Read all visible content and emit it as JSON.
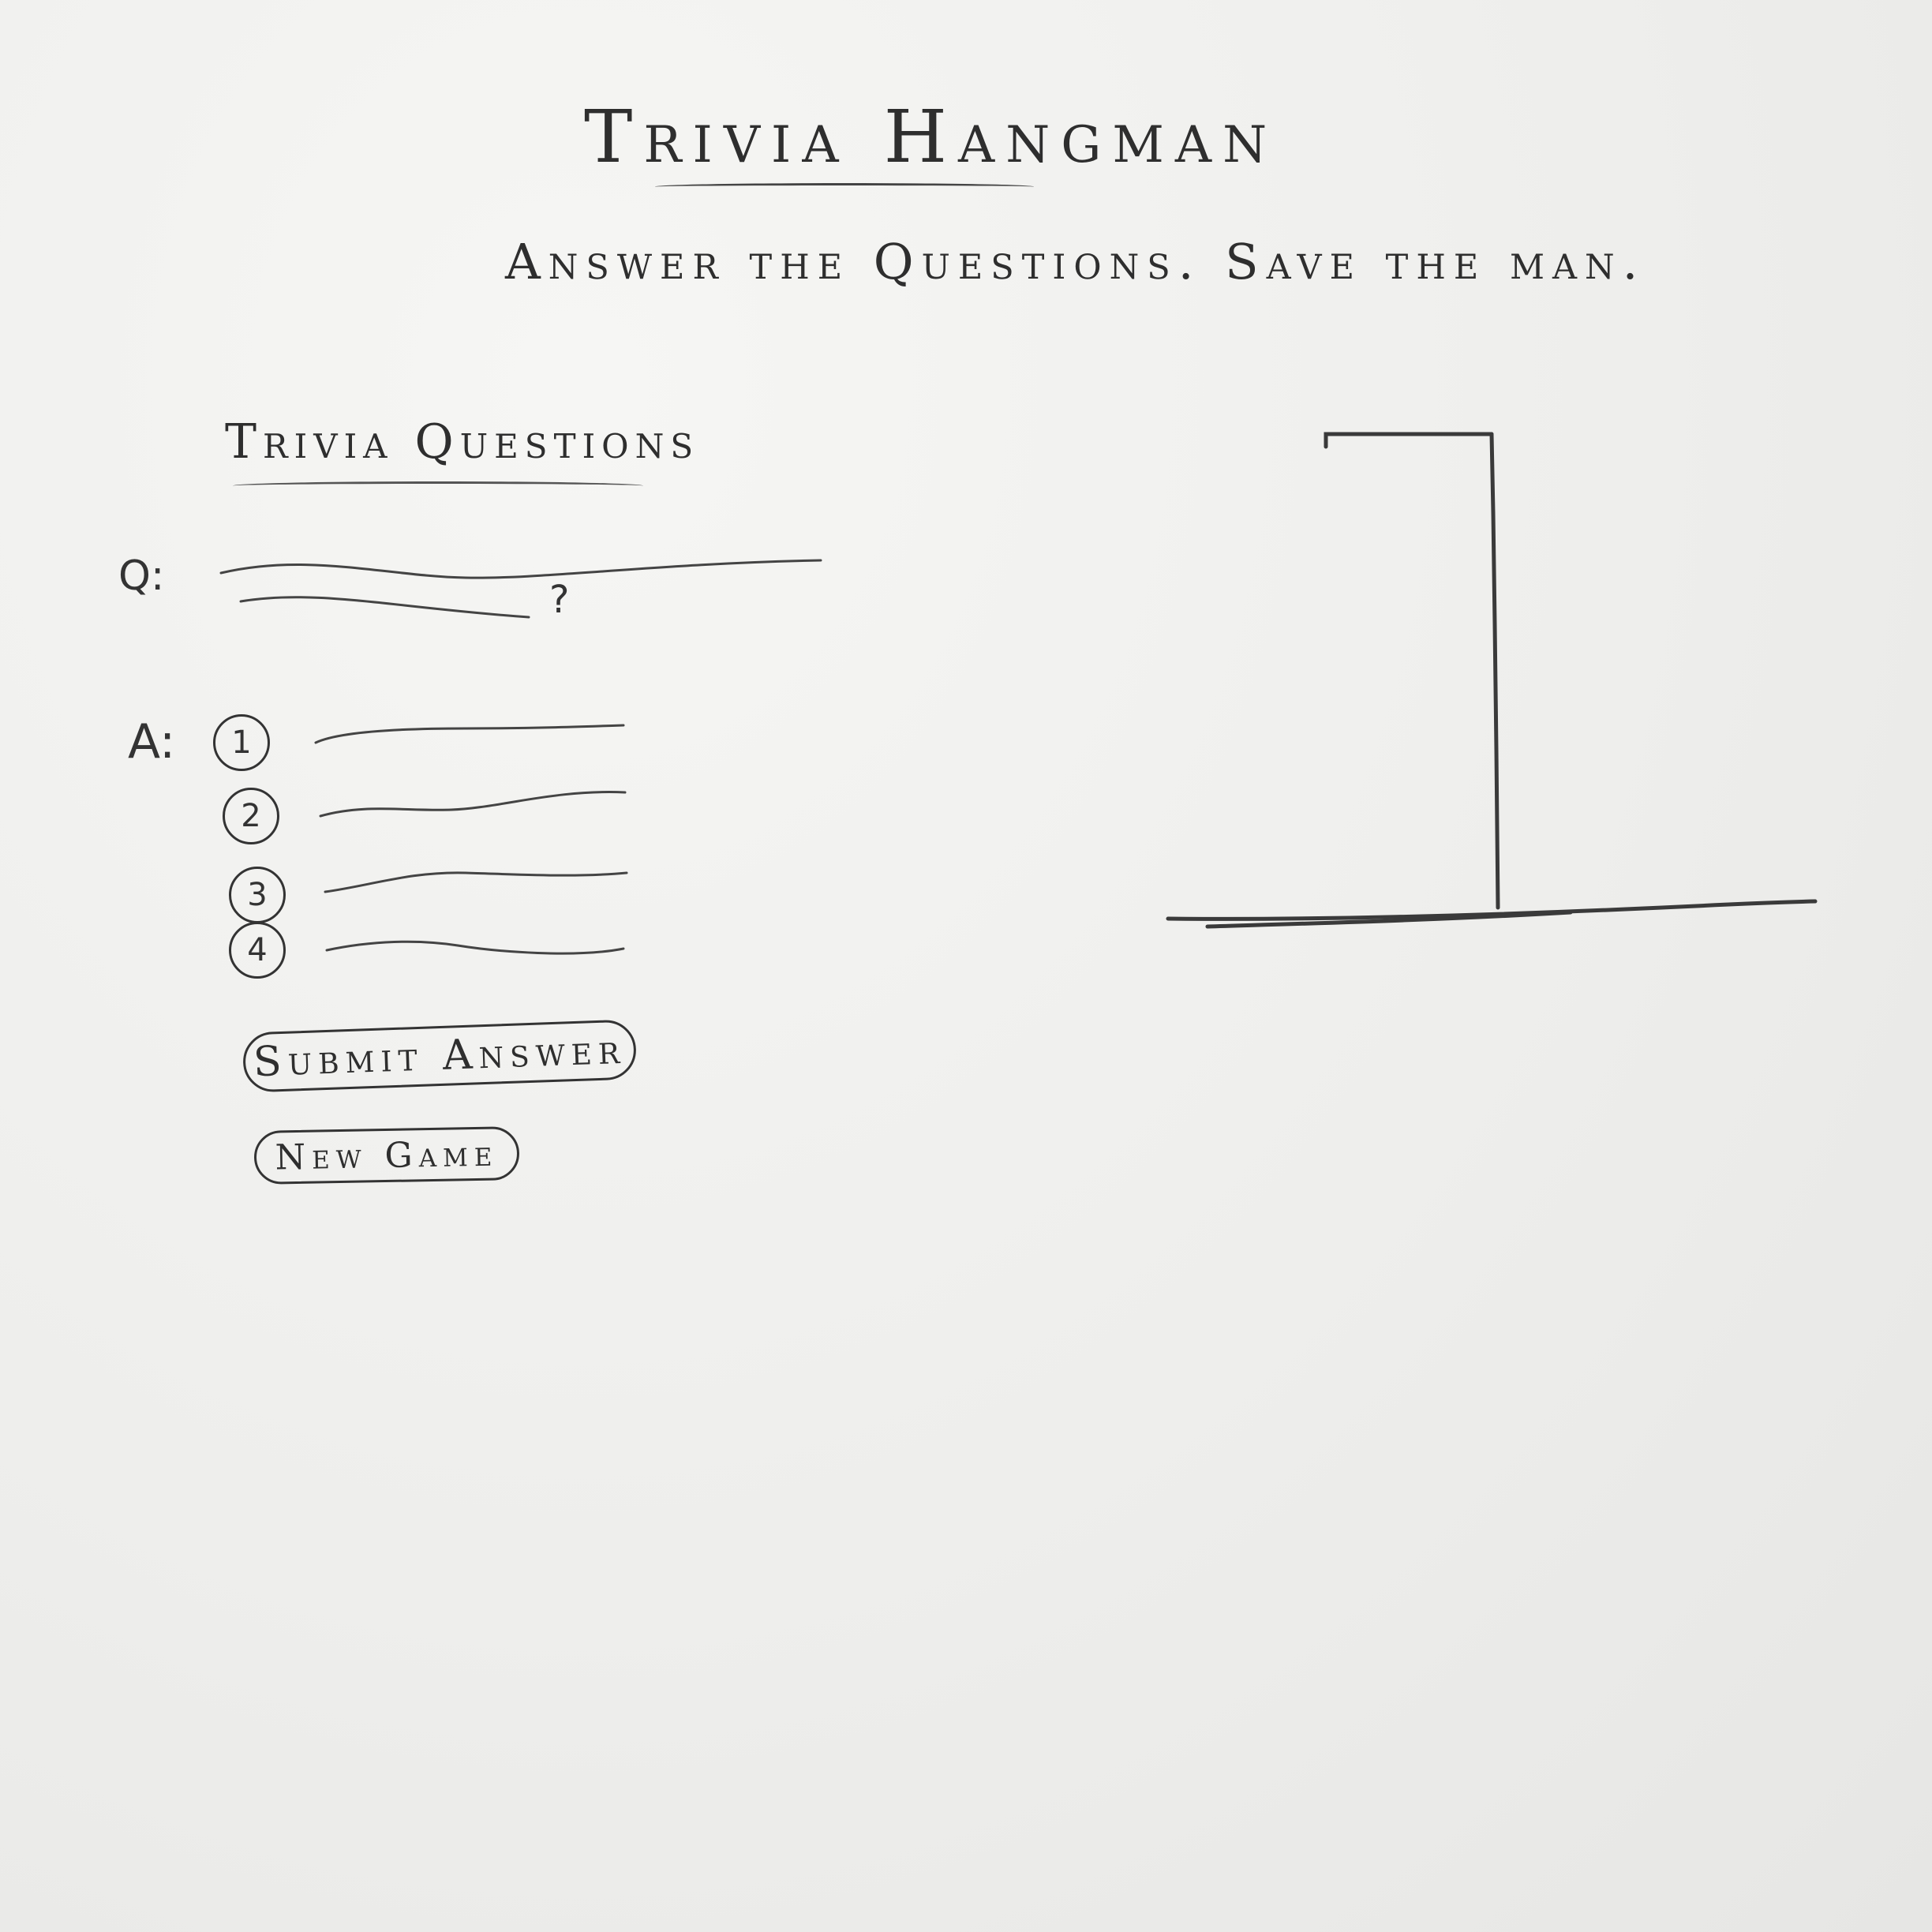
{
  "header": {
    "title": "Trivia Hangman",
    "tagline": "Answer the Questions. Save the man."
  },
  "trivia": {
    "section_title": "Trivia Questions",
    "question_label": "Q:",
    "question_end": "?",
    "answer_label": "A:",
    "options": [
      {
        "number": "1"
      },
      {
        "number": "2"
      },
      {
        "number": "3"
      },
      {
        "number": "4"
      }
    ]
  },
  "actions": {
    "submit_label": "Submit Answer",
    "new_game_label": "New Game"
  },
  "gallows": {
    "icon": "gallows-icon",
    "wrong_guesses_drawn": 0
  }
}
